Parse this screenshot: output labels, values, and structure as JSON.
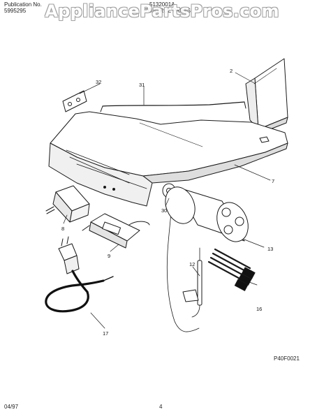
{
  "header": {
    "publication_label": "Publication No.",
    "publication_number": "5995295",
    "model_number": "5132001A",
    "section_title": "CONTROL PARTS"
  },
  "watermark": "AppliancePartsPros.com",
  "diagram": {
    "callouts": [
      "2",
      "31",
      "32",
      "7",
      "30",
      "13",
      "8",
      "9",
      "12",
      "16",
      "17"
    ]
  },
  "figure_id": "P40F0021",
  "footer": {
    "date": "04/97",
    "page": "4"
  }
}
